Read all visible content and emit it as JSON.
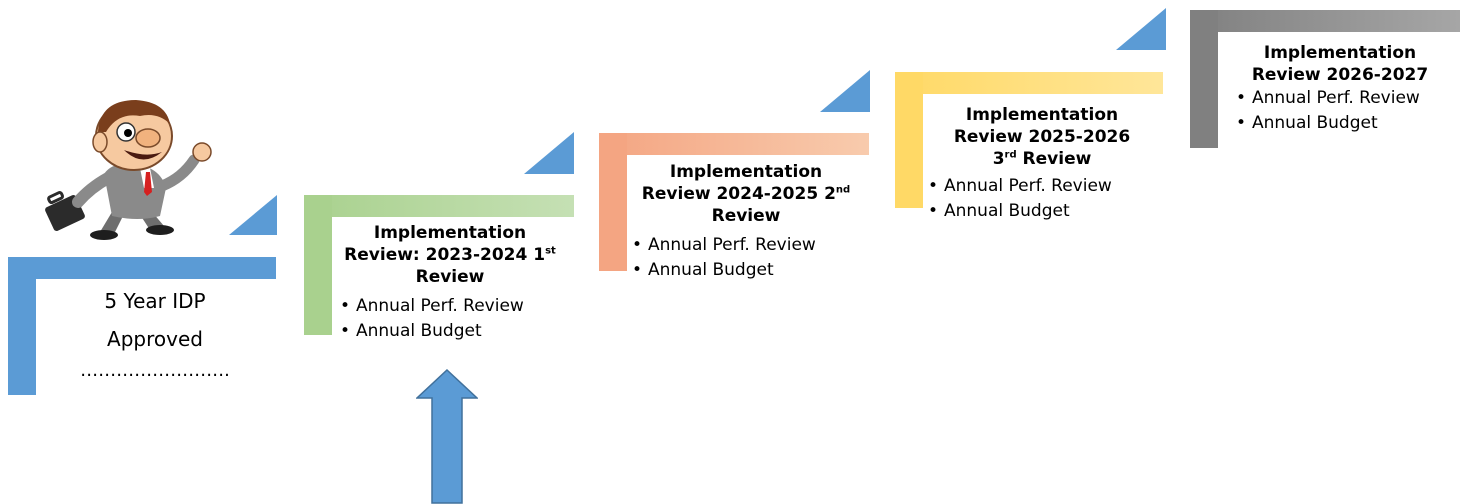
{
  "colors": {
    "blue": "#5b9bd5",
    "green_start": "#a9d18e",
    "green_end": "#c5e0b4",
    "orange_start": "#f4a582",
    "orange_end": "#f8cbad",
    "yellow_start": "#ffd966",
    "yellow_end": "#ffe699",
    "gray_start": "#808080",
    "gray_end": "#a6a6a6"
  },
  "steps": [
    {
      "lines": [
        "5 Year IDP",
        "Approved",
        "……………………."
      ]
    },
    {
      "title_part1": "Implementation",
      "title_part2": "Review: 2023-2024 1",
      "title_sup": "st",
      "title_part3": "Review",
      "bullets": [
        "Annual Perf. Review",
        "Annual Budget"
      ]
    },
    {
      "title_part1": "Implementation",
      "title_part2": "Review 2024-2025 2",
      "title_sup": "nd",
      "title_part3": "Review",
      "bullets": [
        "Annual Perf. Review",
        "Annual Budget"
      ]
    },
    {
      "title_part1": "Implementation",
      "title_part2": "Review 2025-2026",
      "title_part3_num": "3",
      "title_sup": "rd",
      "title_part3": " Review",
      "bullets": [
        "Annual Perf. Review",
        "Annual Budget"
      ]
    },
    {
      "title_part1": "Implementation",
      "title_part2": "Review 2026-2027",
      "bullets": [
        "Annual Perf. Review",
        "Annual Budget"
      ]
    }
  ],
  "icons": {
    "character": "businessman-cartoon-icon",
    "arrow": "up-arrow-icon",
    "triangles": "corner-triangle-icon"
  }
}
